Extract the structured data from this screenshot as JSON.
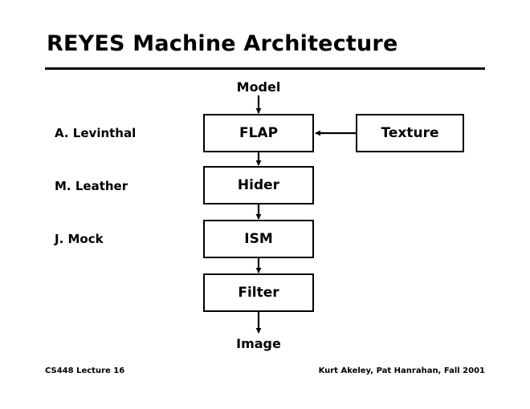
{
  "slide": {
    "title": "REYES Machine Architecture",
    "background_color": "#ffffff",
    "ink_color": "#000000"
  },
  "diagram": {
    "input_label": "Model",
    "output_label": "Image",
    "pipeline_boxes": [
      {
        "label": "FLAP"
      },
      {
        "label": "Hider"
      },
      {
        "label": "ISM"
      },
      {
        "label": "Filter"
      }
    ],
    "side_boxes": [
      {
        "label": "Texture"
      }
    ],
    "people": [
      {
        "name": "A. Levinthal"
      },
      {
        "name": "M. Leather"
      },
      {
        "name": "J. Mock"
      }
    ]
  },
  "footer": {
    "left": "CS448 Lecture 16",
    "right": "Kurt Akeley, Pat Hanrahan, Fall 2001"
  }
}
